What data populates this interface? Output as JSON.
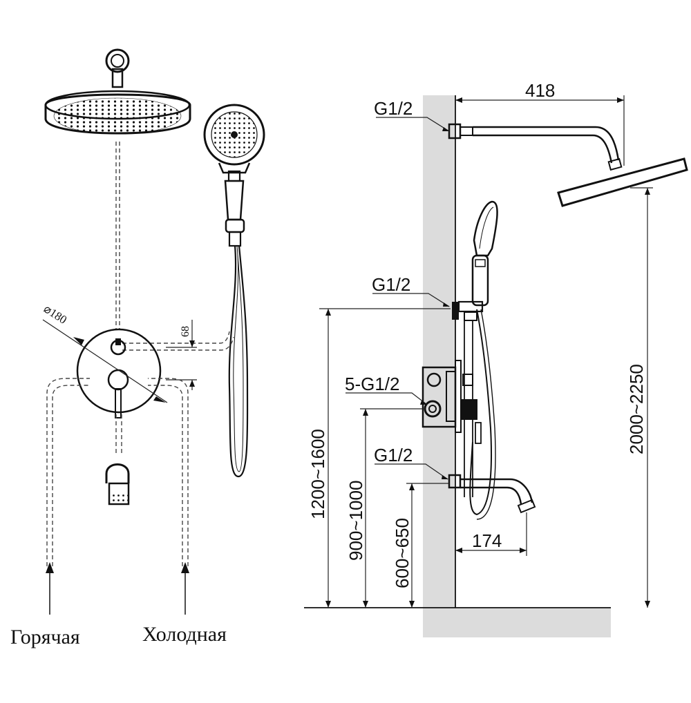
{
  "connections": {
    "head_arm": "G1/2",
    "hand_outlet": "G1/2",
    "mixer_body": "5-G1/2",
    "spout": "G1/2"
  },
  "dimensions": {
    "arm_length": "418",
    "spout_length": "174",
    "head_height": "2000~2250",
    "hand_outlet_height": "1200~1600",
    "mixer_height": "900~1000",
    "spout_height": "600~650",
    "plate_diameter": "⌀180",
    "outlet_offset": "68"
  },
  "supply": {
    "hot_label": "Горячая",
    "cold_label": "Холодная"
  },
  "colors": {
    "line": "#111111",
    "wall": "#dcdcdc"
  }
}
